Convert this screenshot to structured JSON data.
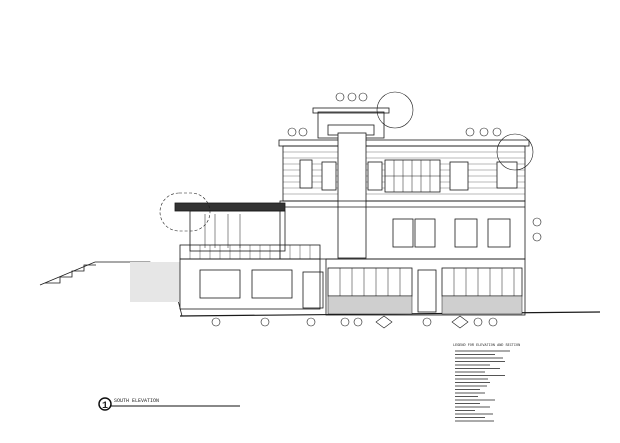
{
  "drawing": {
    "number": "1",
    "title": "SOUTH ELEVATION"
  },
  "legend": {
    "title": "LEGEND FOR ELEVATION AND SECTION",
    "item_count": 24
  },
  "colors": {
    "ink": "#1a1a1a",
    "paper": "#ffffff",
    "stone": "#bdbdbd"
  }
}
